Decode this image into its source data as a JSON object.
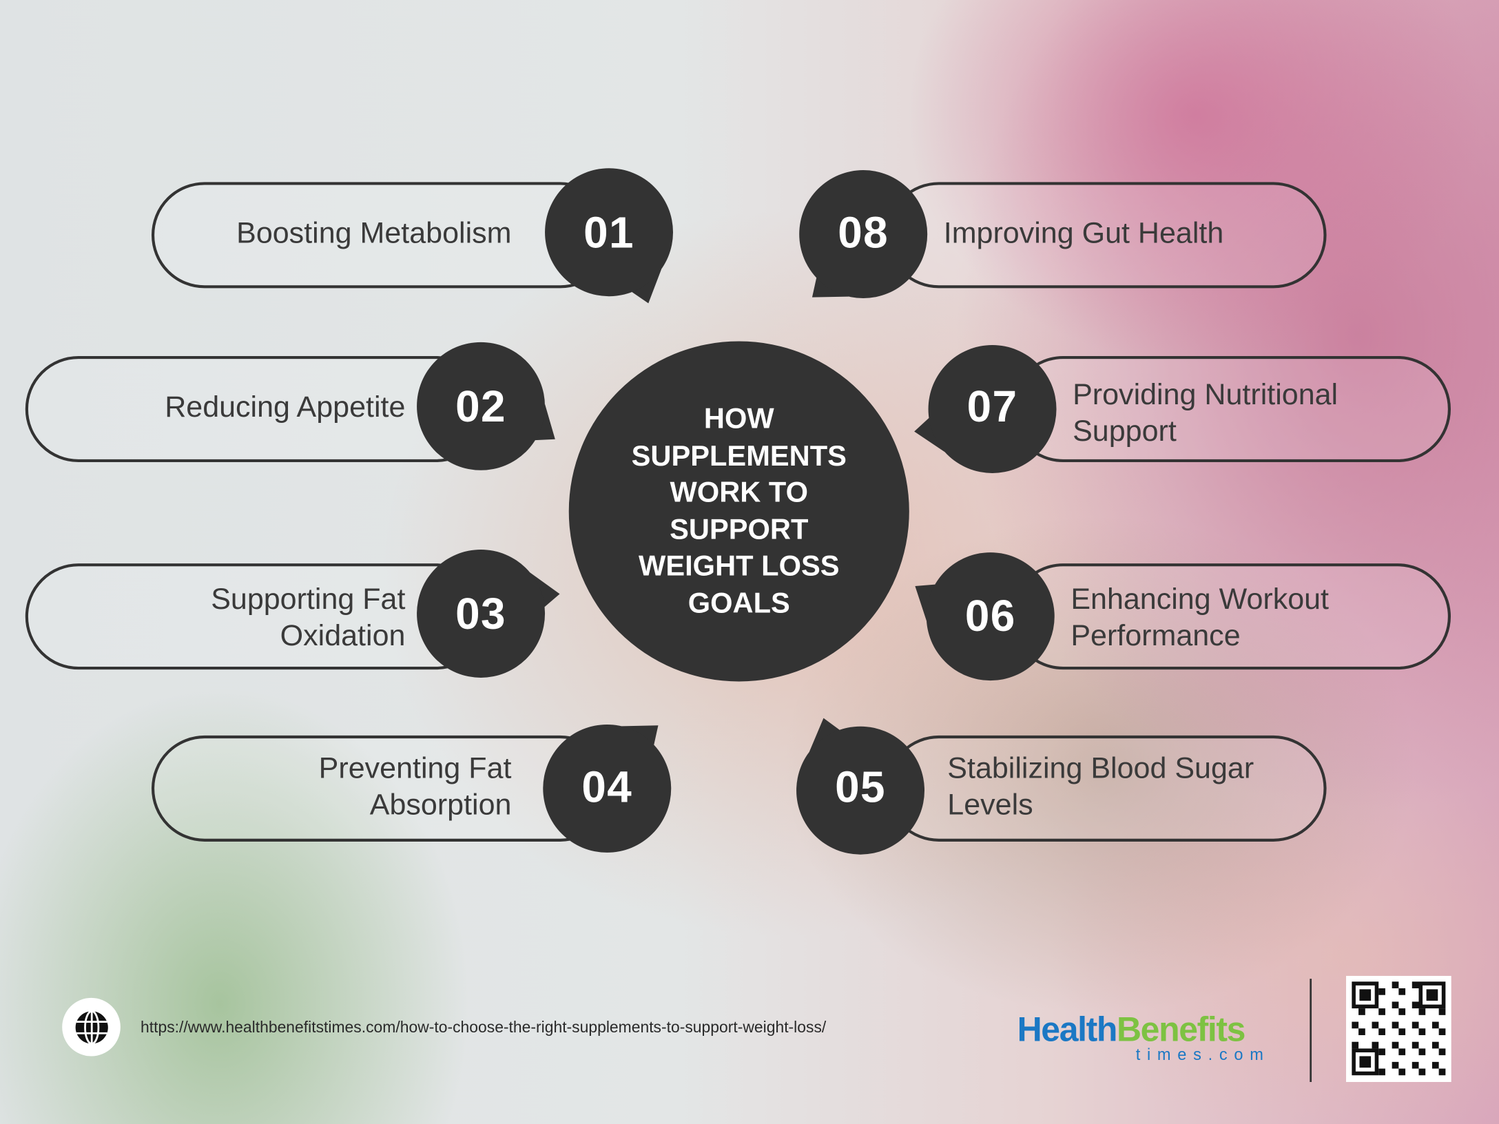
{
  "center_title": "HOW\nSUPPLEMENTS\nWORK TO\nSUPPORT\nWEIGHT LOSS\nGOALS",
  "items": [
    {
      "number": "01",
      "label": "Boosting Metabolism"
    },
    {
      "number": "02",
      "label": "Reducing Appetite"
    },
    {
      "number": "03",
      "label": "Supporting Fat\nOxidation"
    },
    {
      "number": "04",
      "label": "Preventing Fat\nAbsorption"
    },
    {
      "number": "05",
      "label": "Stabilizing Blood Sugar\nLevels"
    },
    {
      "number": "06",
      "label": "Enhancing Workout\nPerformance"
    },
    {
      "number": "07",
      "label": "Providing Nutritional\nSupport"
    },
    {
      "number": "08",
      "label": "Improving Gut Health"
    }
  ],
  "footer": {
    "url": "https://www.healthbenefitstimes.com/how-to-choose-the-right-supplements-to-support-weight-loss/",
    "logo_part1": "Health",
    "logo_part2": "Benefits",
    "logo_part3": "times.com"
  },
  "colors": {
    "dark": "#333333",
    "pill_border": "#333333",
    "logo_blue": "#1b78c4",
    "logo_green": "#7dc242"
  }
}
